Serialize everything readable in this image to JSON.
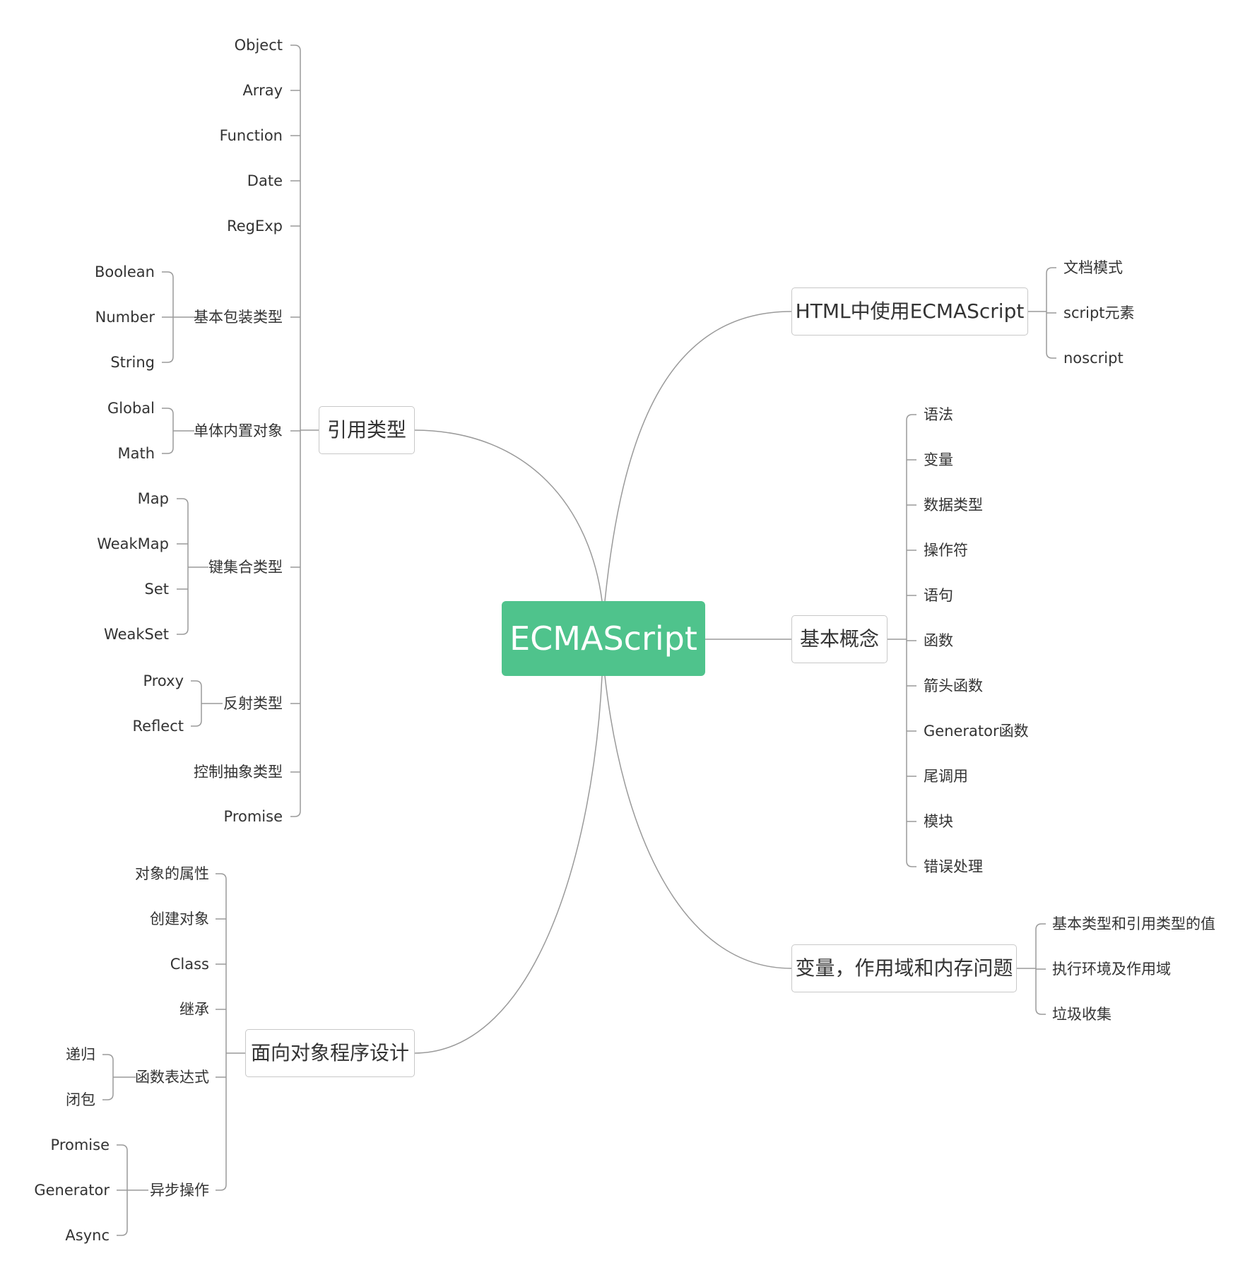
{
  "colors": {
    "root_fill": "#4fc38c",
    "line": "#9a9a9a",
    "box_border": "#c8c8c8",
    "text": "#333333"
  },
  "root": {
    "label": "ECMAScript"
  },
  "left": {
    "ref_types": {
      "label": "引用类型",
      "items": {
        "object": "Object",
        "array": "Array",
        "function": "Function",
        "date": "Date",
        "regexp": "RegExp",
        "primitive_wrappers": {
          "label": "基本包装类型",
          "children": [
            "Boolean",
            "Number",
            "String"
          ]
        },
        "singleton_builtins": {
          "label": "单体内置对象",
          "children": [
            "Global",
            "Math"
          ]
        },
        "keyed_collections": {
          "label": "键集合类型",
          "children": [
            "Map",
            "WeakMap",
            "Set",
            "WeakSet"
          ]
        },
        "reflection": {
          "label": "反射类型",
          "children": [
            "Proxy",
            "Reflect"
          ]
        },
        "control_abstraction": "控制抽象类型",
        "promise": "Promise"
      }
    },
    "oop": {
      "label": "面向对象程序设计",
      "items": {
        "object_props": "对象的属性",
        "create_objects": "创建对象",
        "class": "Class",
        "inheritance": "继承",
        "func_expr": {
          "label": "函数表达式",
          "children": [
            "递归",
            "闭包"
          ]
        },
        "async_ops": {
          "label": "异步操作",
          "children": [
            "Promise",
            "Generator",
            "Async"
          ]
        }
      }
    }
  },
  "right": {
    "html_usage": {
      "label": "HTML中使用ECMAScript",
      "children": [
        "文档模式",
        "script元素",
        "noscript"
      ]
    },
    "basics": {
      "label": "基本概念",
      "children": [
        "语法",
        "变量",
        "数据类型",
        "操作符",
        "语句",
        "函数",
        "箭头函数",
        "Generator函数",
        "尾调用",
        "模块",
        "错误处理"
      ]
    },
    "scope": {
      "label": "变量，作用域和内存问题",
      "children": [
        "基本类型和引用类型的值",
        "执行环境及作用域",
        "垃圾收集"
      ]
    }
  }
}
